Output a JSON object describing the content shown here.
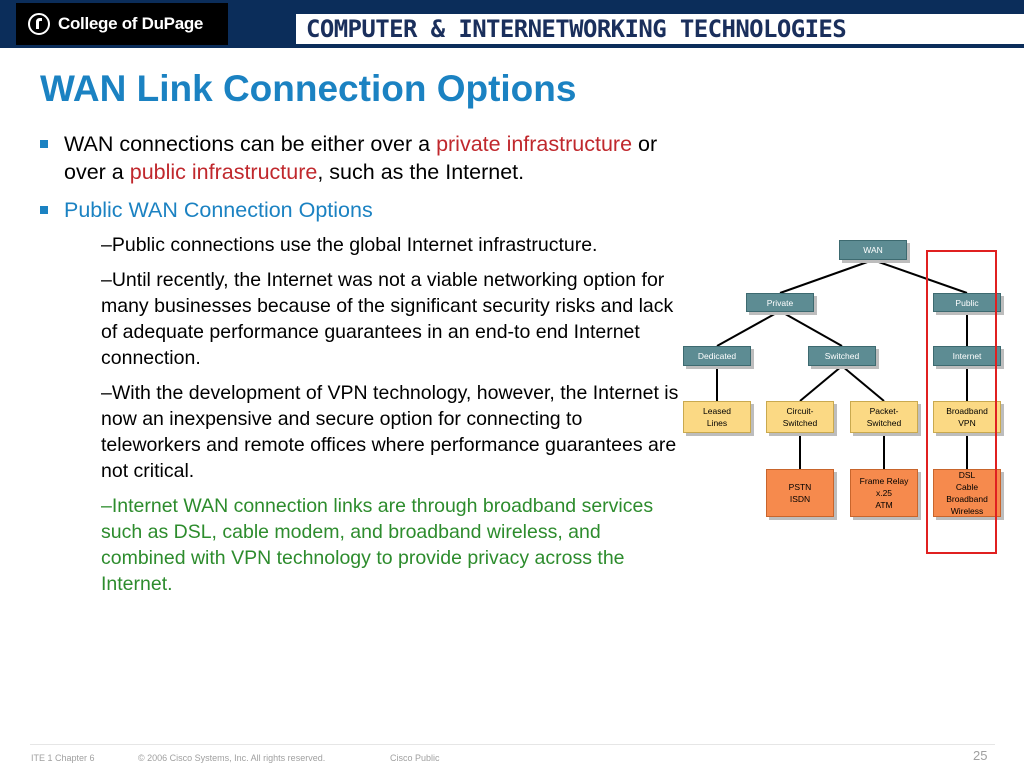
{
  "header": {
    "logo_text": "College of DuPage",
    "banner_text": "COMPUTER & INTERNETWORKING TECHNOLOGIES"
  },
  "title": "WAN Link Connection Options",
  "bullet1": {
    "part1": "WAN connections can be either over a ",
    "part2": "private infrastructure",
    "part3": " or over a ",
    "part4": "public infrastructure",
    "part5": ", such as the Internet."
  },
  "bullet2": {
    "label": "Public WAN Connection Options",
    "subs": [
      "–Public connections use the global Internet infrastructure.",
      "–Until recently, the Internet was not a viable networking option for many businesses because of the significant security risks and lack of adequate performance guarantees in an end-to end Internet connection.",
      "–With the development of VPN technology, however, the Internet is now an inexpensive and secure option for connecting to teleworkers and remote offices where performance guarantees are not critical.",
      "–Internet WAN connection links are through broadband services such as DSL, cable modem, and broadband wireless, and combined with VPN technology to provide privacy across the Internet."
    ]
  },
  "diagram": {
    "wan": "WAN",
    "private": "Private",
    "public": "Public",
    "dedicated": "Dedicated",
    "switched": "Switched",
    "internet": "Internet",
    "leased": [
      "Leased",
      "Lines"
    ],
    "circuit": [
      "Circuit-",
      "Switched"
    ],
    "packet": [
      "Packet-",
      "Switched"
    ],
    "broadband": [
      "Broadband",
      "VPN"
    ],
    "pstn": [
      "PSTN",
      "ISDN"
    ],
    "frame": [
      "Frame Relay",
      "x.25",
      "ATM"
    ],
    "dsl": [
      "DSL",
      "Cable",
      "Broadband Wireless"
    ]
  },
  "footer": {
    "chapter": "ITE 1 Chapter 6",
    "copyright": "© 2006 Cisco Systems, Inc. All rights reserved.",
    "classification": "Cisco Public",
    "page": "25"
  },
  "colors": {
    "header_bg": "#0b2d5a",
    "title": "#1b82c2",
    "highlight_red": "#c0282d",
    "green": "#2d8c2d",
    "node_teal": "#5d8c93",
    "node_yellow": "#fbd984",
    "node_orange": "#f68a4d"
  }
}
